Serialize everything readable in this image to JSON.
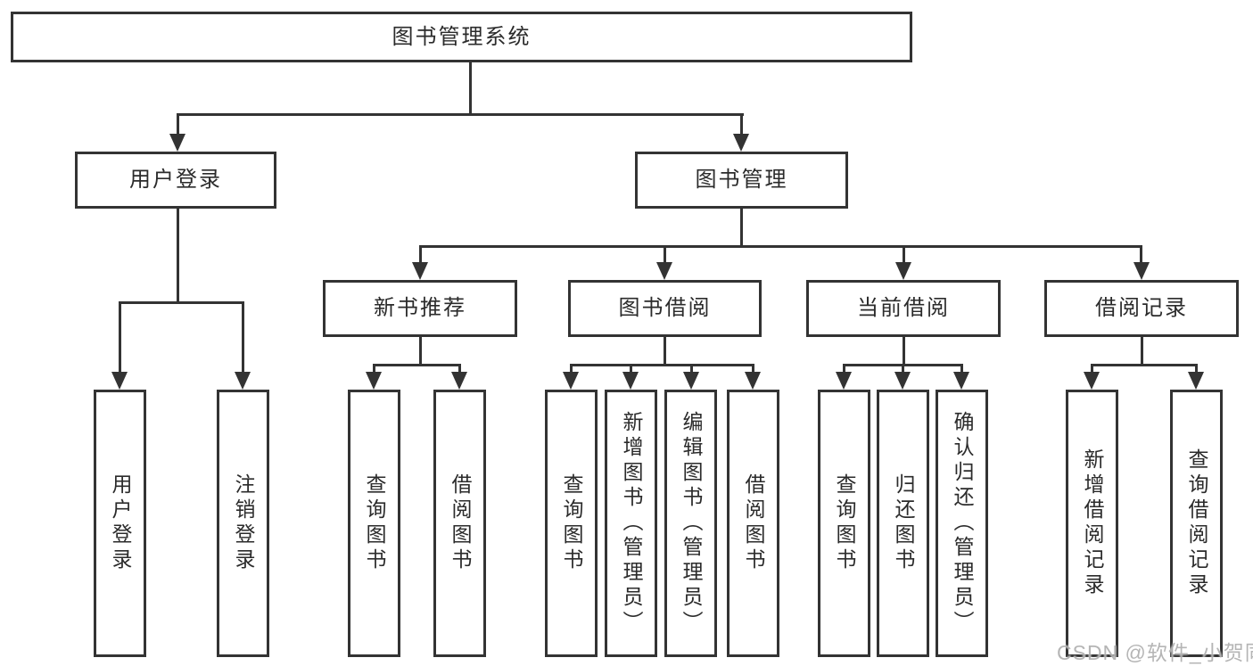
{
  "tree": {
    "root": "图书管理系统",
    "branches": [
      {
        "label": "用户登录",
        "children": [
          "用户登录",
          "注销登录"
        ]
      },
      {
        "label": "图书管理",
        "children": [
          {
            "label": "新书推荐",
            "children": [
              "查询图书",
              "借阅图书"
            ]
          },
          {
            "label": "图书借阅",
            "children": [
              "查询图书",
              "新增图书（管理员）",
              "编辑图书（管理员）",
              "借阅图书"
            ]
          },
          {
            "label": "当前借阅",
            "children": [
              "查询图书",
              "归还图书",
              "确认归还（管理员）"
            ]
          },
          {
            "label": "借阅记录",
            "children": [
              "新增借阅记录",
              "查询借阅记录"
            ]
          }
        ]
      }
    ]
  },
  "colors": {
    "line": "#333333",
    "text": "#2b2b2b",
    "background": "#ffffff",
    "watermark": "#a8a8a8"
  },
  "watermark": {
    "text": "CSDN @软件_小贺同学"
  }
}
